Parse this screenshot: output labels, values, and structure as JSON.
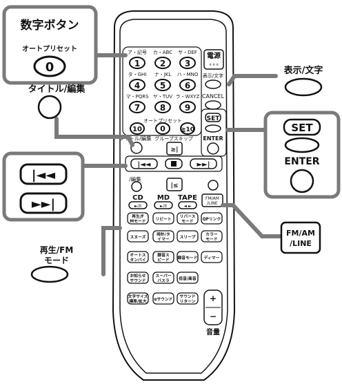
{
  "callouts": {
    "numeric": {
      "title": "数字ボタン",
      "preset": "オートプリセット",
      "zero": "0"
    },
    "display_char": "表示/文字",
    "title_edit": "タイトル/編集",
    "set_enter": {
      "set": "SET",
      "enter": "ENTER"
    },
    "fm_am": {
      "line1": "FM/AM",
      "line2": "/LINE"
    },
    "play_fm": {
      "line1": "再生/FM",
      "line2": "モード"
    }
  },
  "remote": {
    "power": "電源",
    "display_char": "表示/文字",
    "cancel": "CANCEL",
    "set": "SET",
    "enter": "ENTER",
    "keypad": [
      {
        "label": "ア・記号",
        "num": "1"
      },
      {
        "label": "カ・ABC",
        "num": "2"
      },
      {
        "label": "サ・DEF",
        "num": "3"
      },
      {
        "label": "タ・GHI",
        "num": "4"
      },
      {
        "label": "ナ・JKL",
        "num": "5"
      },
      {
        "label": "ハ・MNO",
        "num": "6"
      },
      {
        "label": "マ・PQRS",
        "num": "7"
      },
      {
        "label": "ヤ・TUV",
        "num": "8"
      },
      {
        "label": "ラ・WXYZ",
        "num": "9"
      }
    ],
    "auto_preset": "オートプリセット",
    "key_10": "10",
    "key_0": "0",
    "key_gt10": "≧10",
    "title_edit": "タイトル/編集",
    "group_skip": "グループスキップ",
    "edit_small": "/編集",
    "sources": [
      {
        "name": "CD",
        "sub": "►/II"
      },
      {
        "name": "MD",
        "sub": "►/II"
      },
      {
        "name": "TAPE",
        "sub": "◄ ►"
      }
    ],
    "fm_am_line": "FM/AM/LINE",
    "row_play": [
      "再生/FMモード",
      "リピート",
      "リバースモード",
      "QPリンク"
    ],
    "row_snooze": [
      "スヌーズ",
      "時計/タイマー",
      "スリープ",
      "カラーモード"
    ],
    "row_auto": [
      "オートスタンバイ",
      "録音スピード",
      "録音モード",
      "ディマー"
    ],
    "row_notify": [
      "お知らせサウンド",
      "スーパーバスラ",
      "低音/高音"
    ],
    "row_text": [
      "文字サイズ標準/拡大",
      "αサウンド",
      "サウンドリターン"
    ],
    "volume": "音量"
  }
}
